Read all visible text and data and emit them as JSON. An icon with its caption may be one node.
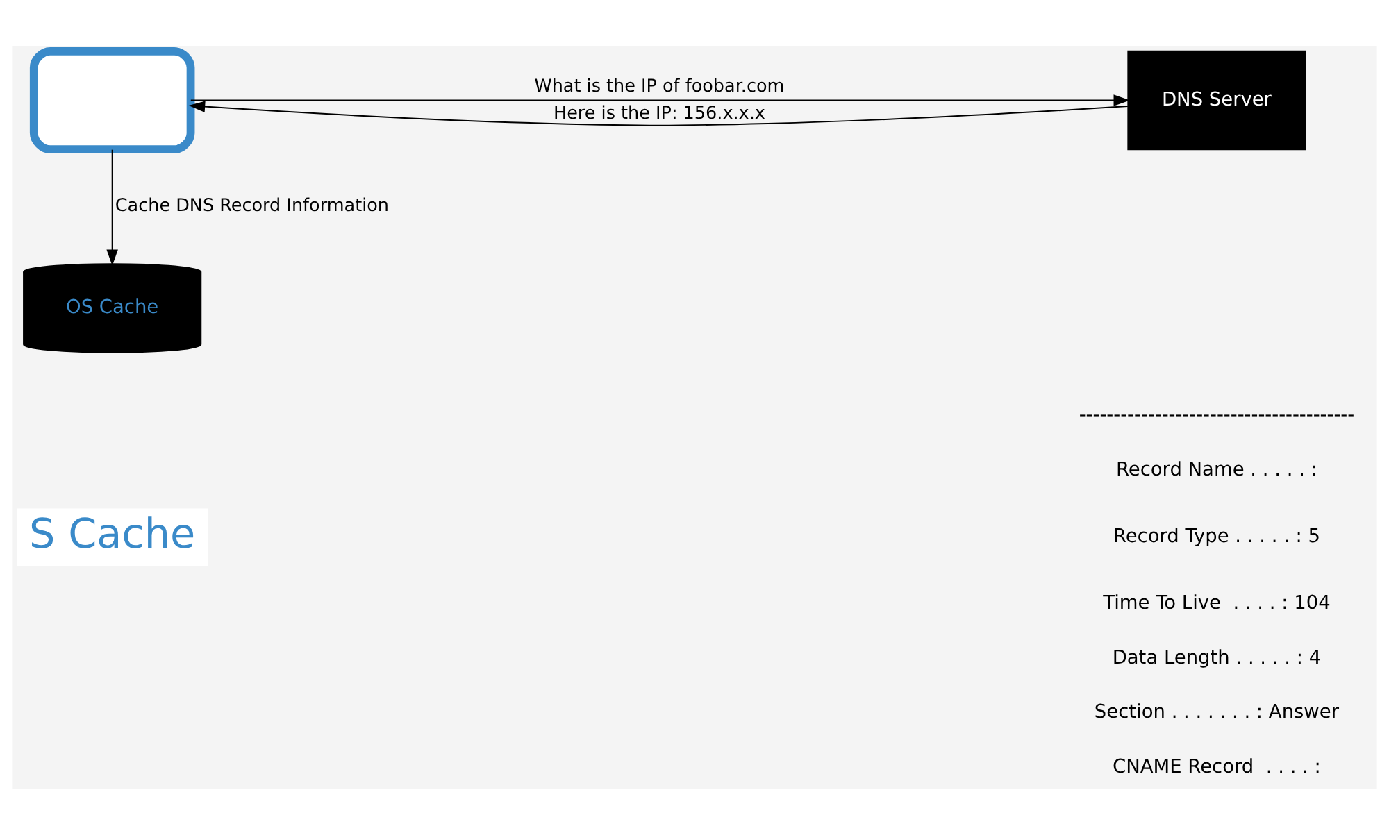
{
  "diagram": {
    "nodes": [
      {
        "text": [],
        "shape": "box"
      },
      {
        "text": [
          "DNS Server"
        ]
      },
      {
        "text": [
          "OS Cache"
        ]
      }
    ],
    "edges": [
      {
        "from": 0,
        "to": 1,
        "arrow": "to",
        "label": "What is the IP of foobar.com"
      },
      {
        "from": 1,
        "to": 0,
        "arrow": "to",
        "label": "Here is the IP: 156.x.x.x"
      },
      {
        "from": 0,
        "to": 2,
        "arrow": "to",
        "label": "Cache DNS Record Information"
      }
    ],
    "labels": [
      "S Cache",
      "----------------------------------------",
      "Record Name . . . . . :",
      "Record Type . . . . . : 5",
      "Time To Live  . . . . : 104",
      "Data Length . . . . . : 4",
      "Section . . . . . . . : Answer",
      "CNAME Record  . . . . :"
    ]
  }
}
